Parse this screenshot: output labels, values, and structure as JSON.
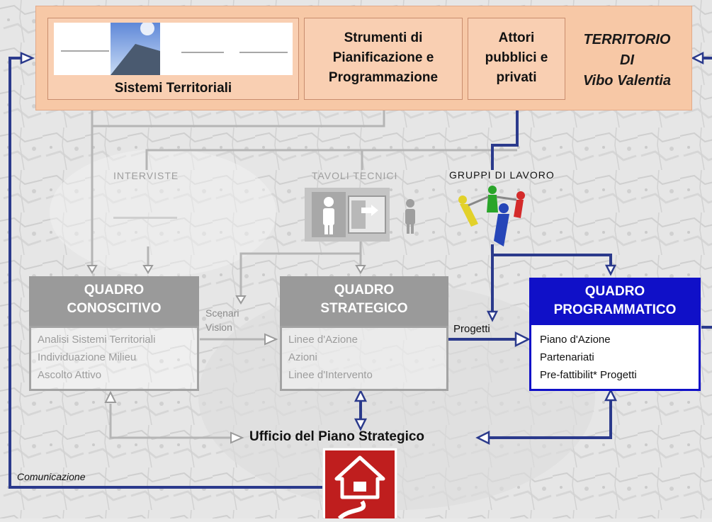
{
  "territorio": {
    "line1": "TERRITORIO",
    "line2": "DI",
    "line3": "Vibo Valentia"
  },
  "top_boxes": {
    "sistemi": "Sistemi Territoriali",
    "strumenti": {
      "line1": "Strumenti di",
      "line2": "Pianificazione e",
      "line3": "Programmazione"
    },
    "attori": {
      "line1": "Attori",
      "line2": "pubblici e",
      "line3": "privati"
    }
  },
  "labels": {
    "interviste": "INTERVISTE",
    "tavoli": "TAVOLI TECNICI",
    "gruppi": "GRUPPI DI LAVORO",
    "scenari": {
      "line1": "Scenari",
      "line2": "Vision"
    },
    "progetti": "Progetti",
    "ufficio": "Ufficio del Piano Strategico",
    "comunicazione": "Comunicazione"
  },
  "quadro_conoscitivo": {
    "title1": "QUADRO",
    "title2": "CONOSCITIVO",
    "items": [
      "Analisi Sistemi Territoriali",
      "Individuazione Milieu",
      "Ascolto Attivo"
    ]
  },
  "quadro_strategico": {
    "title1": "QUADRO",
    "title2": "STRATEGICO",
    "items": [
      "Linee d'Azione",
      "Azioni",
      "Linee d'Intervento"
    ]
  },
  "quadro_programmatico": {
    "title1": "QUADRO",
    "title2": "PROGRAMMATICO",
    "items": [
      "Piano d'Azione",
      "Partenariati",
      "Pre-fattibilit* Progetti"
    ]
  },
  "colors": {
    "blue": "#1010c8",
    "grey": "#9a9a9a",
    "peach": "#f7c8a6",
    "navy_line": "#2b3a8c"
  }
}
